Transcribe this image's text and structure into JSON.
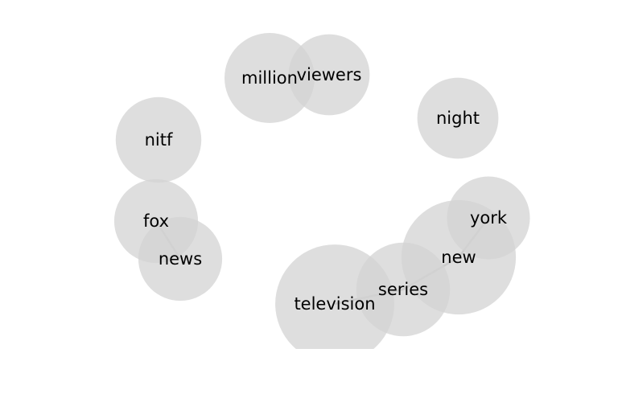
{
  "graph": {
    "nodes": [
      {
        "id": "million",
        "label": "million",
        "weight": 1.0
      },
      {
        "id": "viewers",
        "label": "viewers",
        "weight": 0.9
      },
      {
        "id": "night",
        "label": "night",
        "weight": 0.9
      },
      {
        "id": "nitf",
        "label": "nitf",
        "weight": 0.95
      },
      {
        "id": "fox",
        "label": "fox",
        "weight": 0.93
      },
      {
        "id": "news",
        "label": "news",
        "weight": 0.93
      },
      {
        "id": "york",
        "label": "york",
        "weight": 0.92
      },
      {
        "id": "new",
        "label": "new",
        "weight": 1.27
      },
      {
        "id": "series",
        "label": "series",
        "weight": 1.04
      },
      {
        "id": "television",
        "label": "television",
        "weight": 1.32
      }
    ],
    "edges": [
      {
        "source": "fox",
        "target": "news"
      },
      {
        "source": "york",
        "target": "new"
      },
      {
        "source": "new",
        "target": "series"
      },
      {
        "source": "series",
        "target": "television"
      }
    ]
  },
  "colors": {
    "node_fill": "#d3d3d3",
    "edge": "#808080",
    "label": "#000000"
  }
}
